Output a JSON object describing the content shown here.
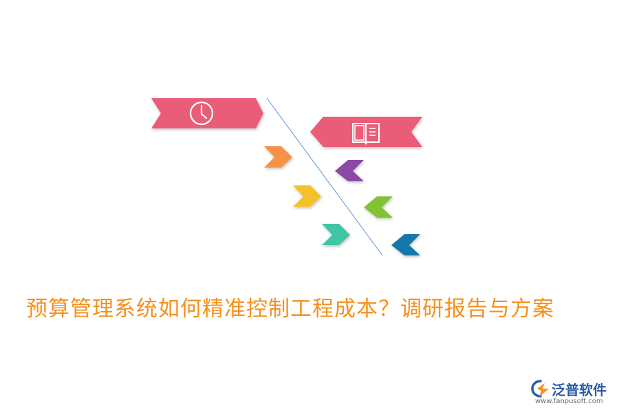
{
  "title": {
    "text": "预算管理系统如何精准控制工程成本？调研报告与方案",
    "color": "#f5901e"
  },
  "logo": {
    "name": "泛普软件",
    "url": "www.fanpusoft.com",
    "color": "#2b5aa3"
  },
  "diagram": {
    "line_color": "#5b8fd6",
    "banners": [
      {
        "name": "clock-banner",
        "icon": "clock-icon",
        "color": "#ea5d79",
        "direction": "right"
      },
      {
        "name": "book-banner",
        "icon": "book-icon",
        "color": "#ea5d79",
        "direction": "left"
      }
    ],
    "chevrons": [
      {
        "name": "orange-chevron",
        "color": "#f5914a",
        "direction": "right"
      },
      {
        "name": "yellow-chevron",
        "color": "#f5c12c",
        "direction": "right"
      },
      {
        "name": "teal-chevron",
        "color": "#3fc6a5",
        "direction": "right"
      },
      {
        "name": "purple-chevron",
        "color": "#8b4aa6",
        "direction": "left"
      },
      {
        "name": "green-chevron",
        "color": "#82c236",
        "direction": "left"
      },
      {
        "name": "blue-chevron",
        "color": "#1378aa",
        "direction": "left"
      }
    ]
  }
}
